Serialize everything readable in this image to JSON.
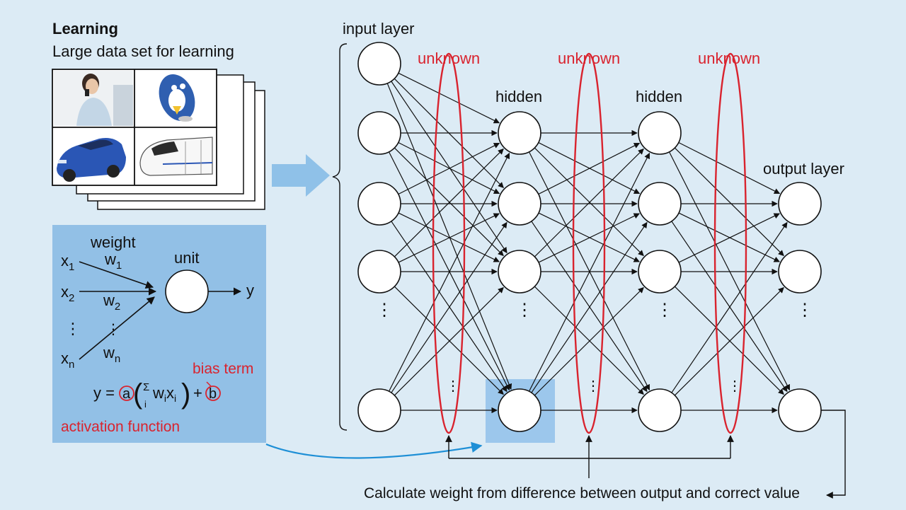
{
  "learning": {
    "title": "Learning",
    "subtitle": "Large data set for learning",
    "images": [
      "woman-on-phone",
      "blue-mascot",
      "blue-car",
      "bullet-train"
    ]
  },
  "unit_box": {
    "weight": "weight",
    "unit": "unit",
    "x1": "x",
    "x1_sub": "1",
    "x2": "x",
    "x2_sub": "2",
    "xn": "x",
    "xn_sub": "n",
    "w1": "w",
    "w1_sub": "1",
    "w2": "w",
    "w2_sub": "2",
    "wn": "w",
    "wn_sub": "n",
    "y": "y",
    "dots": "⋮",
    "bias_term": "bias term",
    "formula_y": "y =",
    "formula_a": "a",
    "formula_sum": "Σ",
    "formula_i": "i",
    "formula_w": "w",
    "formula_x": "x",
    "formula_plus": "+",
    "formula_b": "b",
    "activation_function": "activation function"
  },
  "network": {
    "input_layer": "input layer",
    "hidden1": "hidden",
    "hidden2": "hidden",
    "output_layer": "output layer",
    "unknown_labels": [
      "unknown",
      "unknown",
      "unknown"
    ],
    "ellipsis": "⋮",
    "footer": "Calculate weight from difference between output and correct value"
  },
  "colors": {
    "background": "#dcebf5",
    "panel": "#92c0e6",
    "highlight": "#9cc7ec",
    "red": "#d9232e",
    "arrow_blue": "#8fc1e8",
    "link_blue": "#1e8fd6"
  }
}
